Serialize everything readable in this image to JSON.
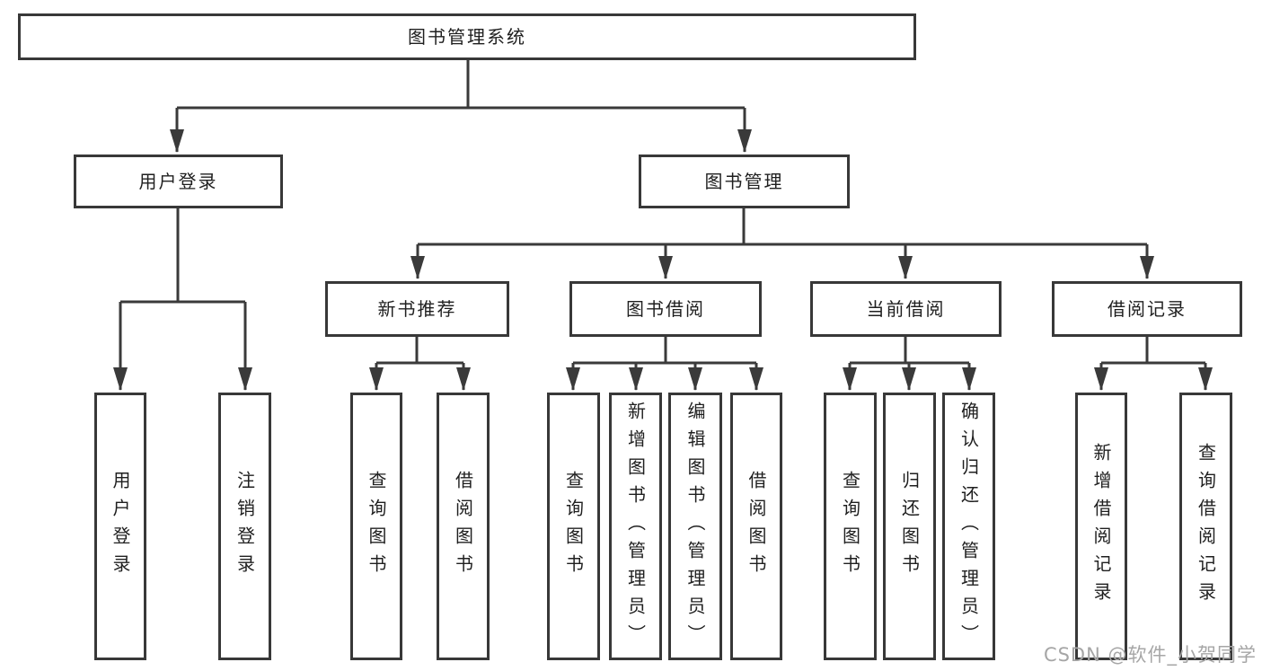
{
  "diagram": {
    "root_label": "图书管理系统",
    "level2": [
      {
        "label": "用户登录"
      },
      {
        "label": "图书管理"
      }
    ],
    "level3": [
      {
        "label": "新书推荐"
      },
      {
        "label": "图书借阅"
      },
      {
        "label": "当前借阅"
      },
      {
        "label": "借阅记录"
      }
    ],
    "leaves": [
      {
        "label": "用户登录"
      },
      {
        "label": "注销登录"
      },
      {
        "label": "查询图书"
      },
      {
        "label": "借阅图书"
      },
      {
        "label": "查询图书"
      },
      {
        "label": "新增图书（管理员）"
      },
      {
        "label": "编辑图书（管理员）"
      },
      {
        "label": "借阅图书"
      },
      {
        "label": "查询图书"
      },
      {
        "label": "归还图书"
      },
      {
        "label": "确认归还（管理员）"
      },
      {
        "label": "新增借阅记录"
      },
      {
        "label": "查询借阅记录"
      }
    ],
    "watermark": "CSDN @软件_小贺同学",
    "colors": {
      "line": "#3a3a3a",
      "text": "#1f1f1f",
      "watermark": "#a6a6a6",
      "background": "#ffffff"
    }
  }
}
